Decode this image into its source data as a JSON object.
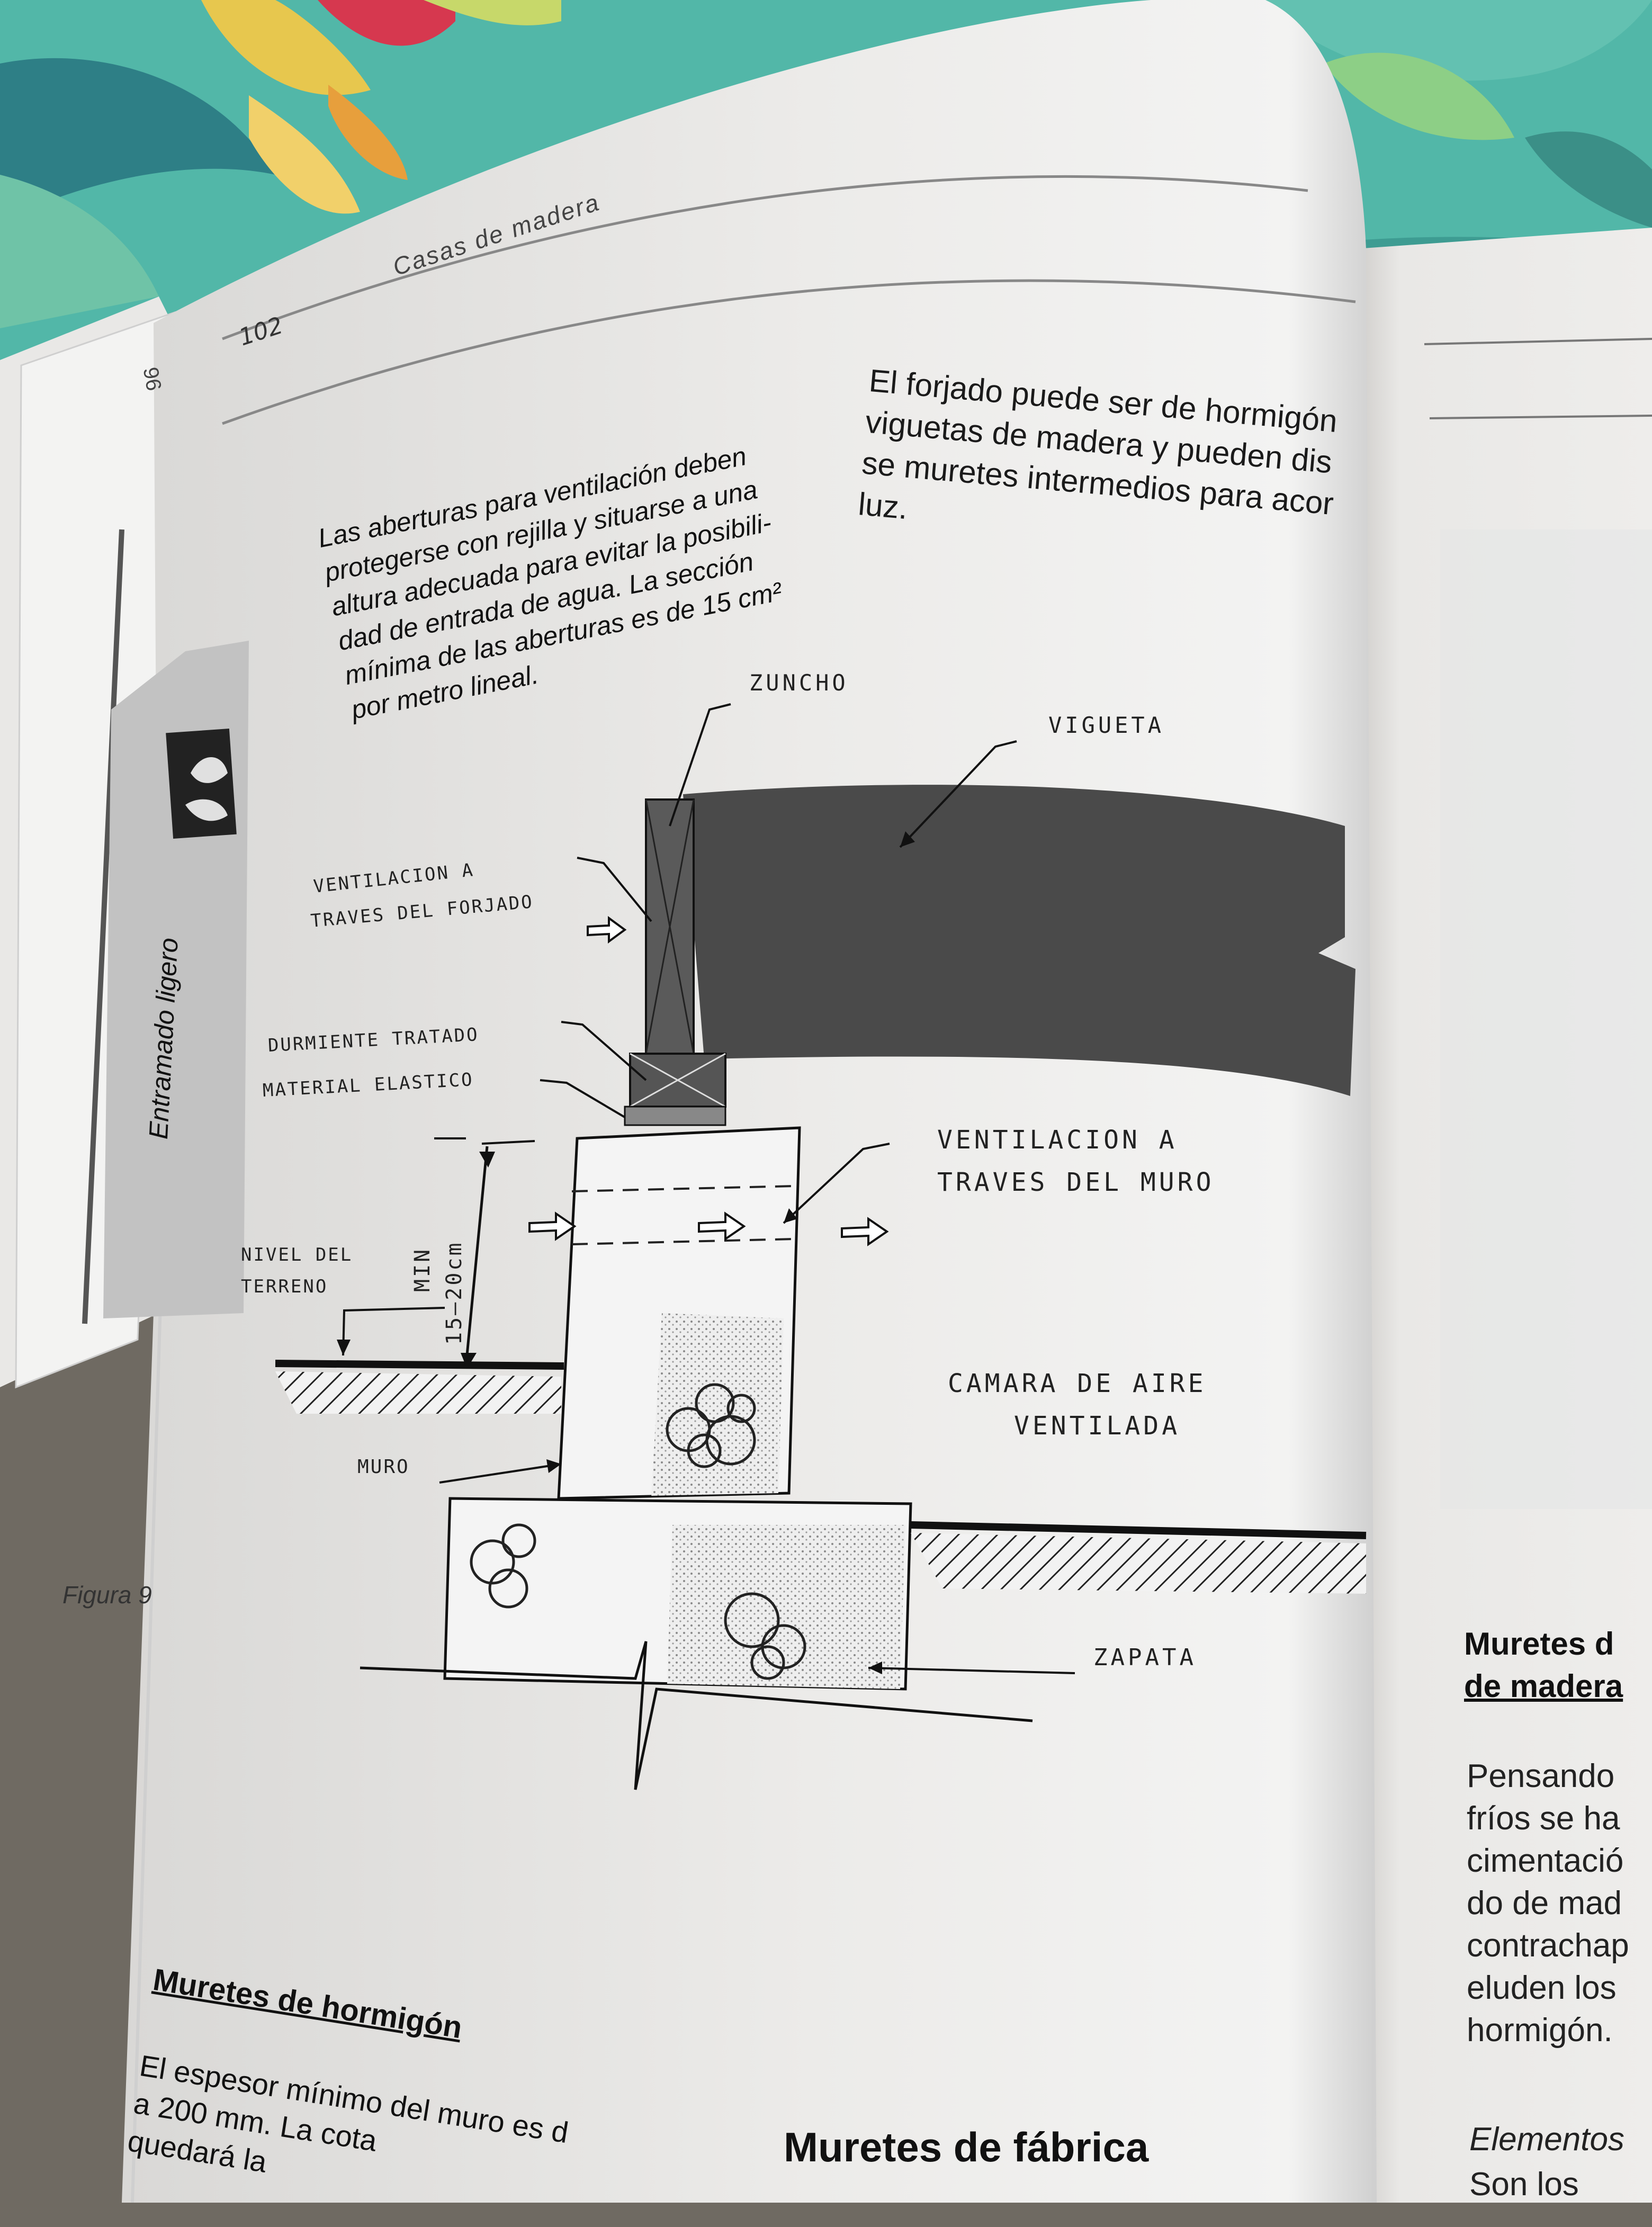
{
  "page": {
    "number": "102",
    "running_header": "Casas de madera",
    "prev_page_number": "96",
    "side_tab": "Entramado ligero",
    "figure_caption": "Figura 9",
    "note_lines": [
      "Las aberturas para ventilación deben",
      "protegerse con rejilla y situarse a una",
      "altura adecuada para evitar la posibili-",
      "dad de entrada de agua. La sección",
      "mínima de las aberturas es de 15 cm²",
      "por metro lineal."
    ],
    "forjado_lines": [
      "El forjado puede ser de hormigón",
      "viguetas de madera y pueden dis",
      "se muretes intermedios para acor",
      "luz."
    ]
  },
  "diagram": {
    "labels": {
      "zuncho": "ZUNCHO",
      "vigueta": "VIGUETA",
      "vent_forjado_1": "VENTILACION A",
      "vent_forjado_2": "TRAVES DEL FORJADO",
      "durmiente": "DURMIENTE TRATADO",
      "material": "MATERIAL ELASTICO",
      "vent_muro_1": "VENTILACION A",
      "vent_muro_2": "TRAVES DEL MURO",
      "nivel_1": "NIVEL DEL",
      "nivel_2": "TERRENO",
      "min": "MIN",
      "min_range": "15–20cm",
      "camara_1": "CAMARA DE AIRE",
      "camara_2": "VENTILADA",
      "muro": "MURO",
      "zapata": "ZAPATA"
    }
  },
  "bottom": {
    "heading_hormigon": "Muretes de hormigón",
    "hormigon_lines": [
      "El espesor mínimo del muro es d",
      "a 200 mm. La cota",
      "quedará la"
    ],
    "heading_fabrica": "Muretes de fábrica"
  },
  "right_page": {
    "heading_1": "Muretes d",
    "heading_2": "de madera",
    "lines": [
      "Pensando",
      "fríos se ha",
      "cimentació",
      "do de mad",
      "contrachap",
      "eluden los",
      "hormigón."
    ],
    "elementos": "Elementos",
    "son": "Son los"
  }
}
